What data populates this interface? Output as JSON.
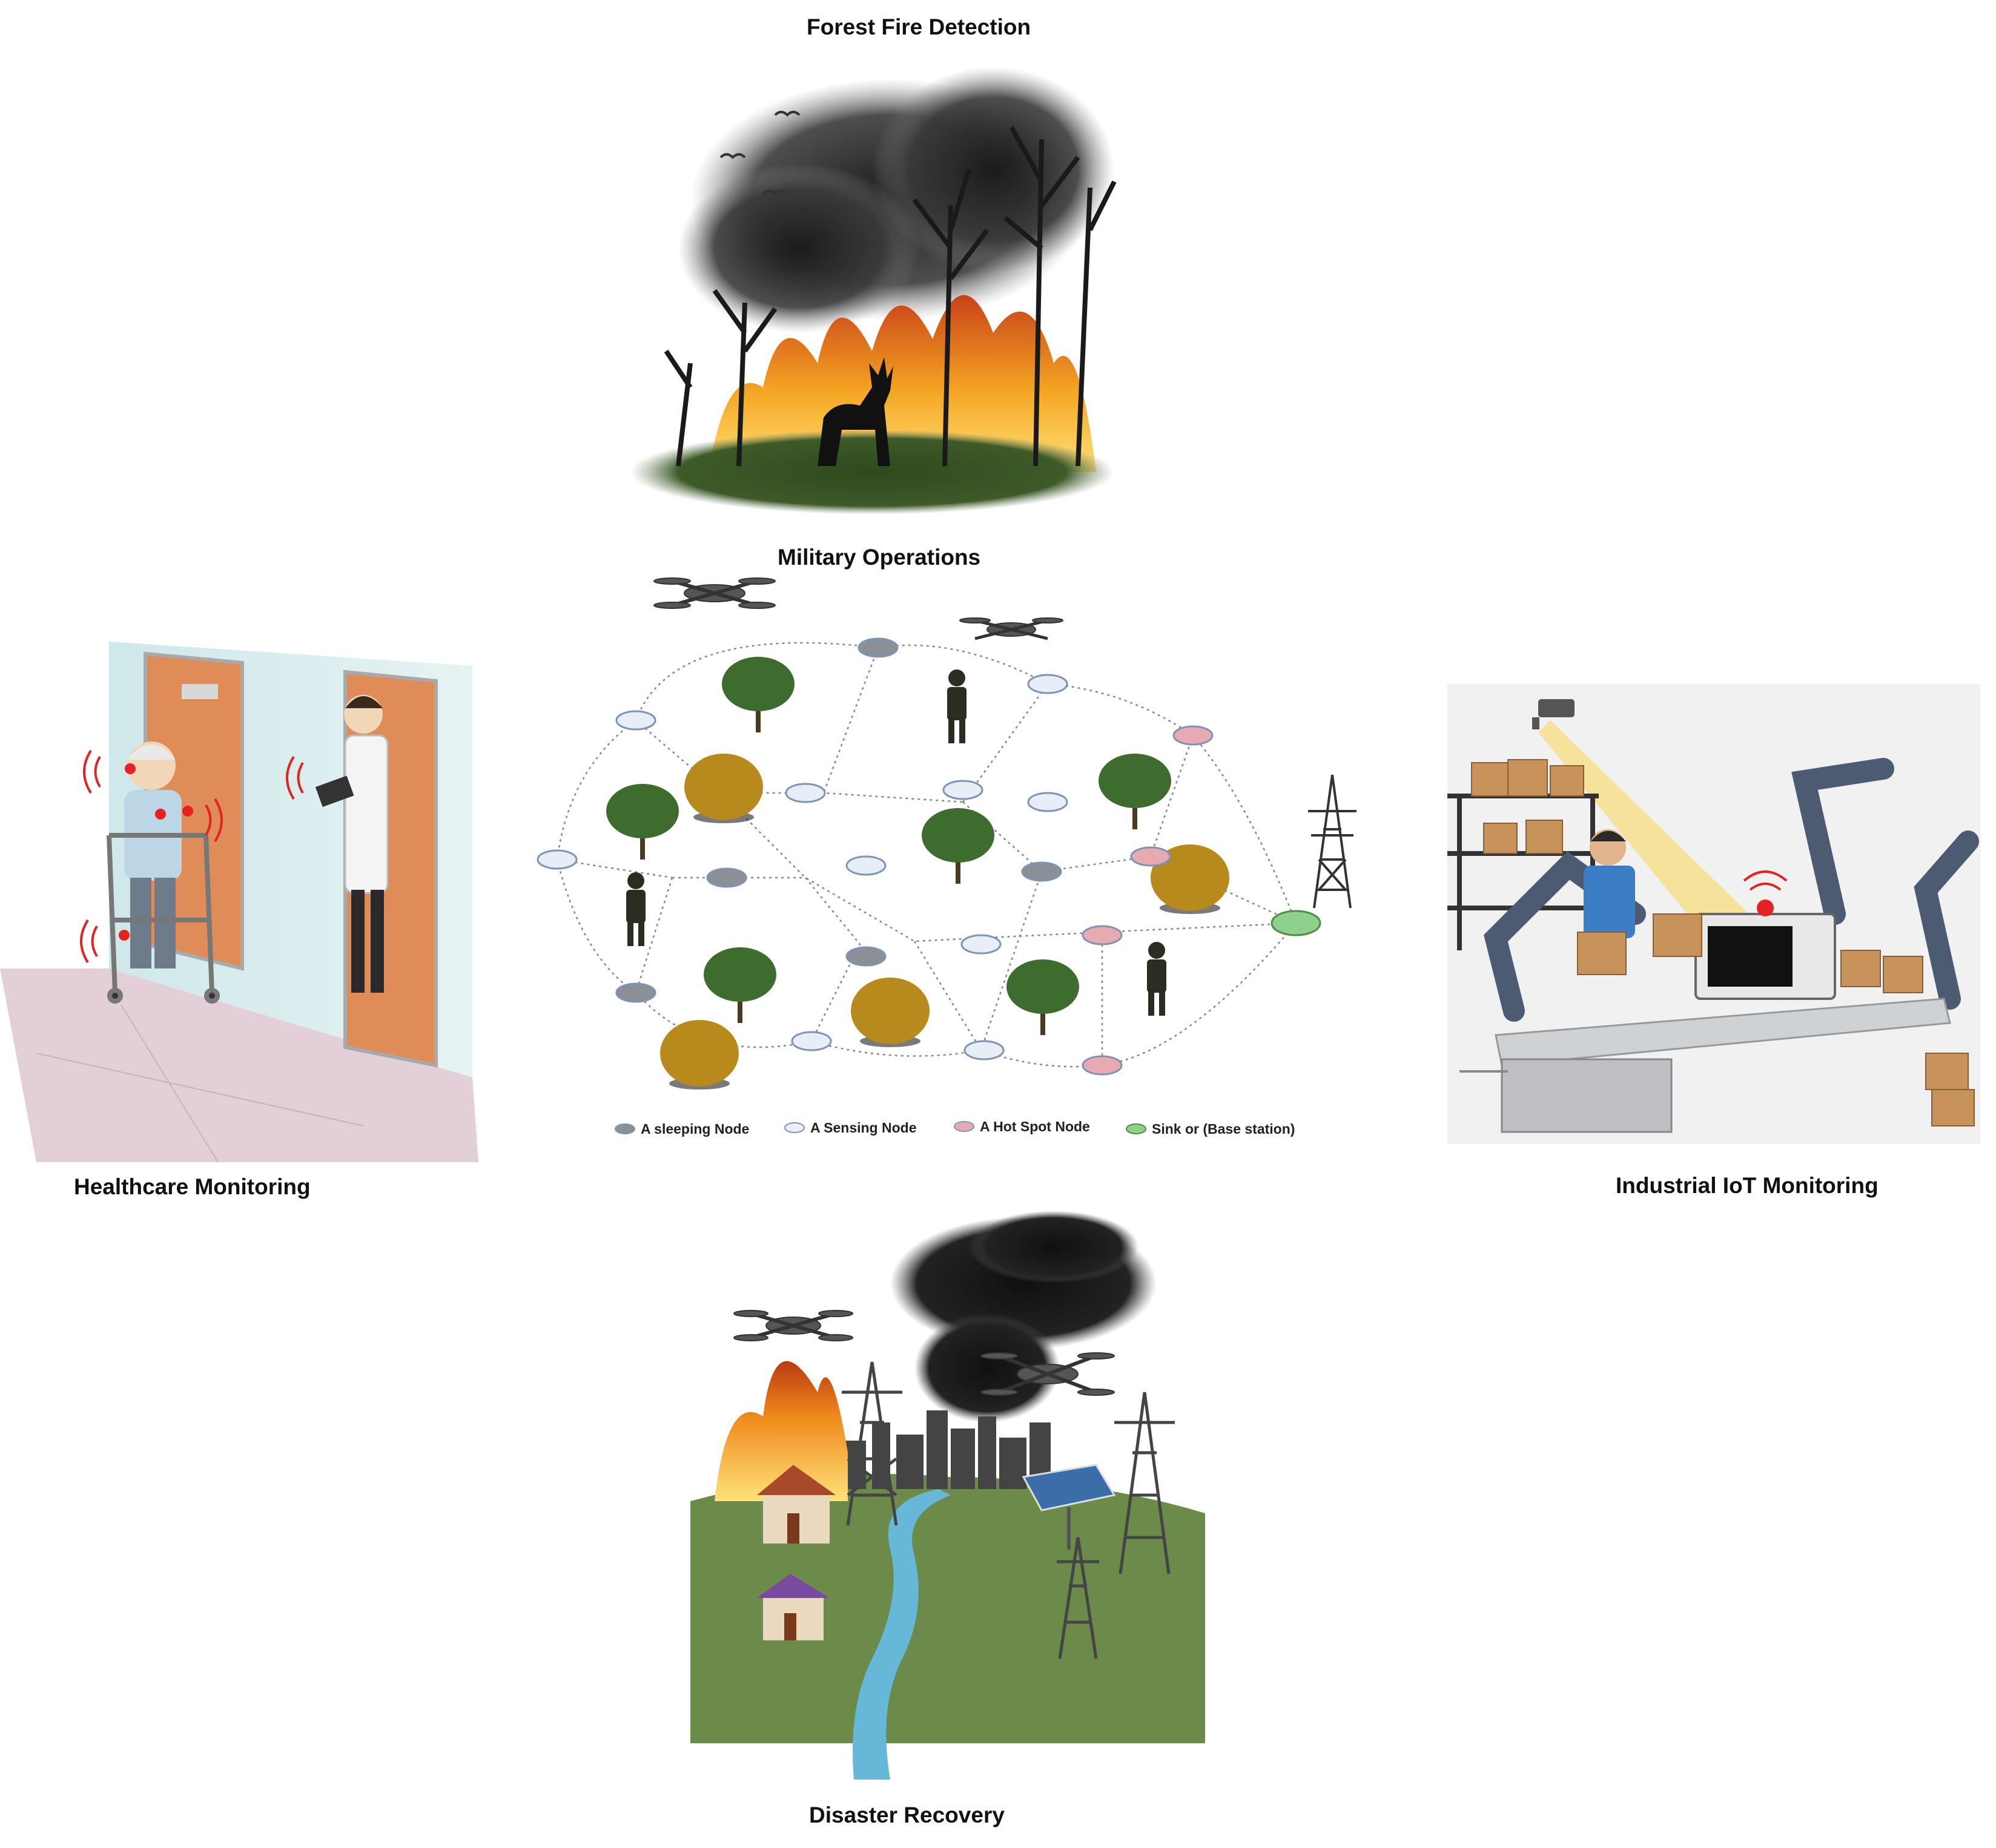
{
  "titles": {
    "forest": "Forest Fire Detection",
    "military": "Military Operations",
    "healthcare": "Healthcare Monitoring",
    "industrial": "Industrial IoT Monitoring",
    "disaster": "Disaster Recovery"
  },
  "legend": {
    "sleeping": "A sleeping Node",
    "sensing": "A Sensing Node",
    "hotspot": "A Hot Spot Node",
    "sink": "Sink or (Base station)"
  },
  "colors": {
    "sleeping": "#8a9096",
    "sensing": "#e7eef8",
    "hotspot": "#e6aab0",
    "sink": "#8fd18a",
    "fire": "#f08a1c",
    "smoke": "#222222"
  }
}
